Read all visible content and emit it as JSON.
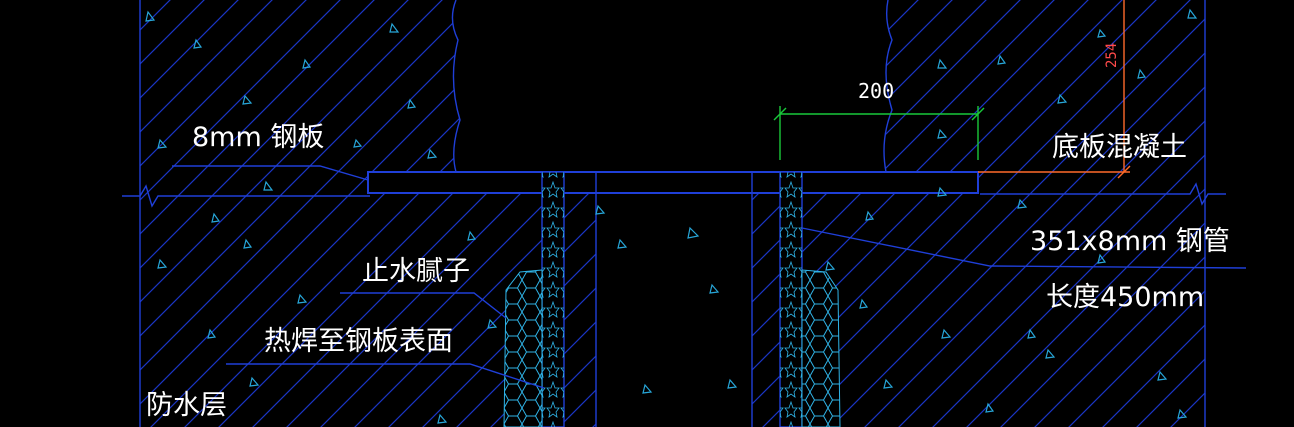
{
  "labels": {
    "steel_plate": "8mm 钢板",
    "slab_concrete": "底板混凝土",
    "steel_pipe": "351x8mm 钢管",
    "pipe_length": "长度450mm",
    "water_putty": "止水腻子",
    "heat_weld": "热焊至钢板表面",
    "waterproof_layer": "防水层"
  },
  "dimensions": {
    "plate_extension": "200",
    "vertical_offset": "254"
  },
  "colors": {
    "background": "#000000",
    "linework": "#1f3fd8",
    "hatch": "#1a35c4",
    "aggregate": "#27a6d8",
    "text": "#ffffff",
    "dimension_green": "#19c93a",
    "dimension_red": "#ff6a2b",
    "annotation_red": "#ff4a4a"
  }
}
